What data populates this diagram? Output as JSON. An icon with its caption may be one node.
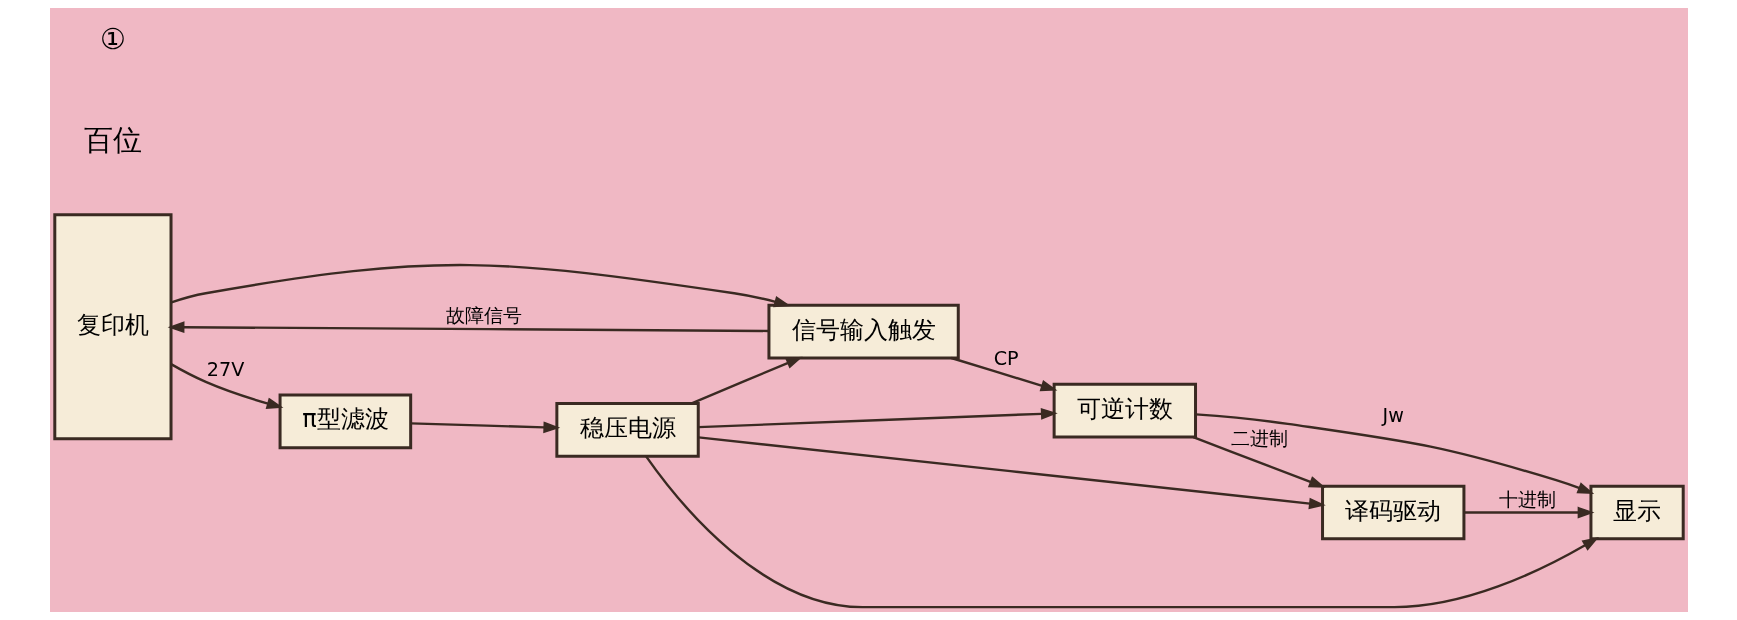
{
  "diagram": {
    "nodes": [
      {
        "text": [
          "复印机"
        ]
      },
      {
        "text": [
          "信号输入触发"
        ]
      },
      {
        "text": [
          "可逆计数"
        ]
      },
      {
        "text": [
          "译码驱动"
        ]
      },
      {
        "text": [
          "显示"
        ]
      },
      {
        "text": [
          "π型滤波"
        ]
      },
      {
        "text": [
          "稳压电源"
        ]
      }
    ],
    "edges": [
      {
        "from": 0,
        "to": 1,
        "arrow": "to"
      },
      {
        "from": 1,
        "to": 0,
        "arrow": "to",
        "label": "故障信号"
      },
      {
        "from": 0,
        "to": 5,
        "arrow": "to",
        "label": "27V"
      },
      {
        "from": 1,
        "to": 2,
        "arrow": "to",
        "label": "CP"
      },
      {
        "from": 2,
        "to": 3,
        "arrow": "to",
        "label": "二进制"
      },
      {
        "from": 3,
        "to": 4,
        "arrow": "to",
        "label": "十进制"
      },
      {
        "from": 2,
        "to": 4,
        "arrow": "to",
        "label": "Jw"
      },
      {
        "from": 5,
        "to": 6,
        "arrow": "to"
      },
      {
        "from": 6,
        "to": 1,
        "arrow": "to"
      },
      {
        "from": 6,
        "to": 2,
        "arrow": "to"
      },
      {
        "from": 6,
        "to": 3,
        "arrow": "to"
      },
      {
        "from": 6,
        "to": 4,
        "arrow": "to"
      }
    ],
    "labels": [
      "百位",
      "①"
    ]
  }
}
